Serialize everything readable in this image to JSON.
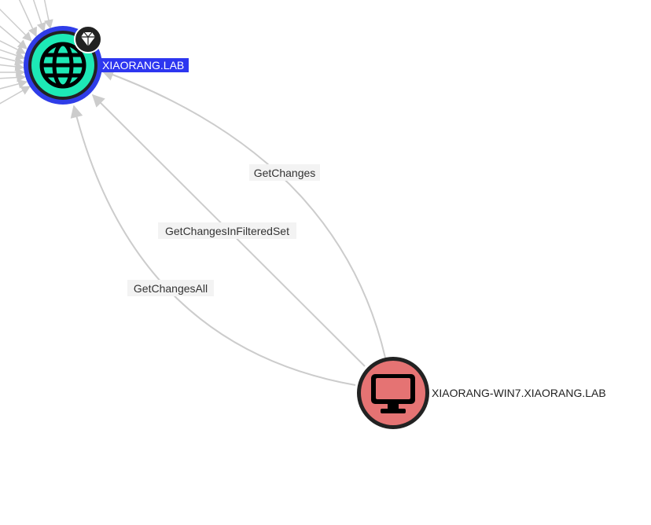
{
  "graph": {
    "nodes": {
      "domain": {
        "label": "XIAORANG.LAB",
        "type_icon": "globe-icon",
        "badge_icon": "gem-icon",
        "fill_color": "#1de9b6",
        "ring_color": "#2f3de8",
        "label_bg_color": "#2d36f0",
        "label_text_color": "#ffffff",
        "selected": true
      },
      "computer": {
        "label": "XIAORANG-WIN7.XIAORANG.LAB",
        "type_icon": "monitor-icon",
        "fill_color": "#e57373",
        "ring_color": "#222222",
        "label_text_color": "#222222"
      }
    },
    "edges": [
      {
        "label": "GetChanges",
        "from": "XIAORANG-WIN7.XIAORANG.LAB",
        "to": "XIAORANG.LAB"
      },
      {
        "label": "GetChangesInFilteredSet",
        "from": "XIAORANG-WIN7.XIAORANG.LAB",
        "to": "XIAORANG.LAB"
      },
      {
        "label": "GetChangesAll",
        "from": "XIAORANG-WIN7.XIAORANG.LAB",
        "to": "XIAORANG.LAB"
      }
    ],
    "edge_color": "#cccccc"
  }
}
